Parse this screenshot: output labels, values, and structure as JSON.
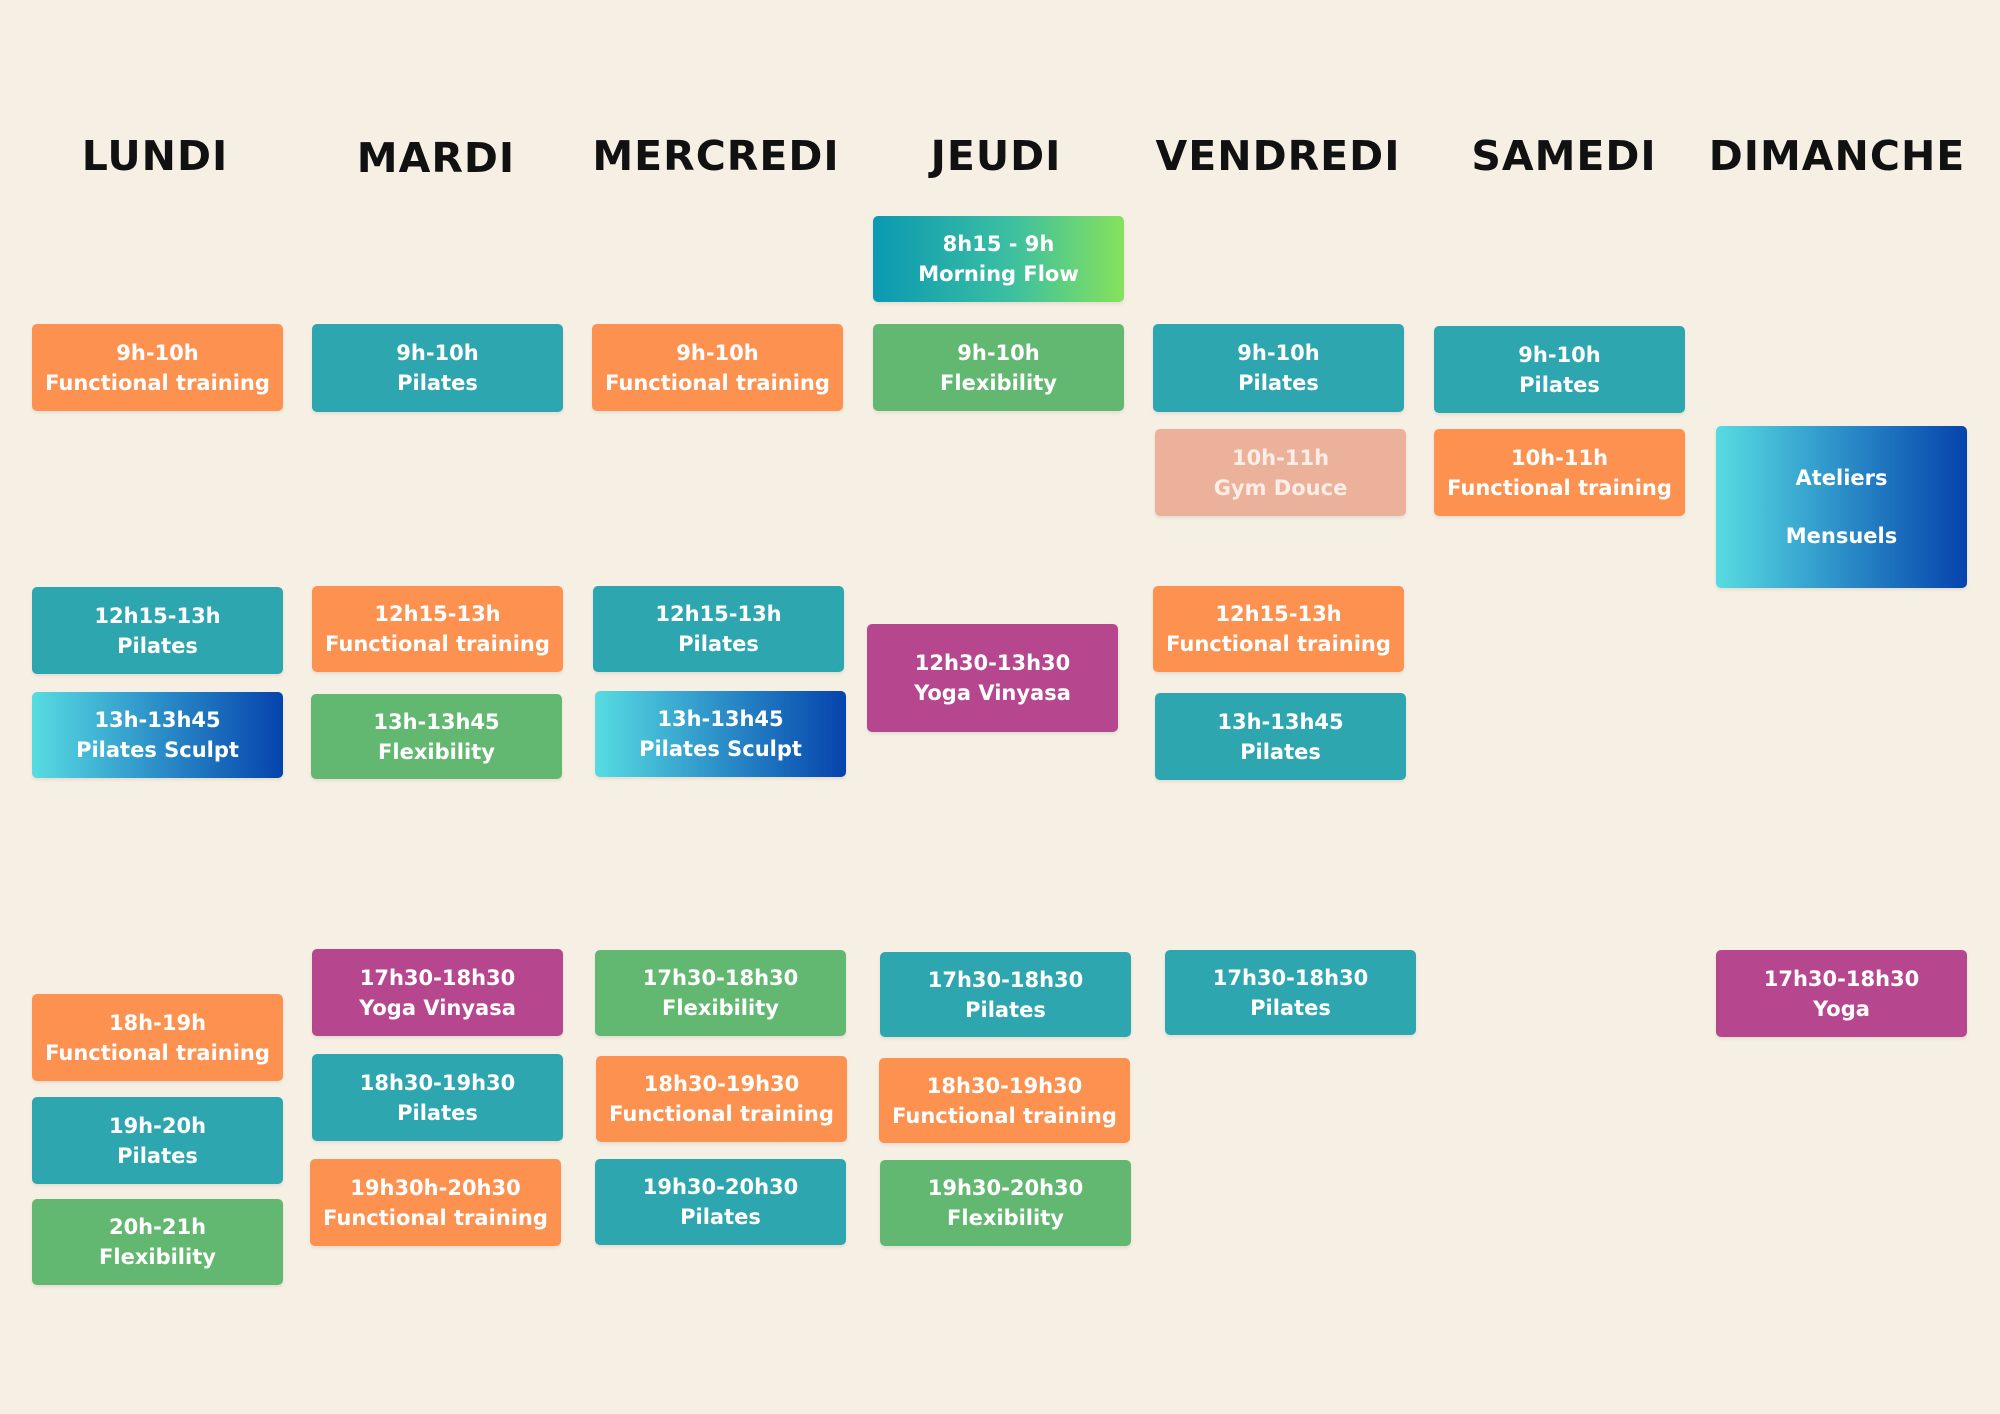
{
  "days": [
    "LUNDI",
    "MARDI",
    "MERCREDI",
    "JEUDI",
    "VENDREDI",
    "SAMEDI",
    "DIMANCHE"
  ],
  "colors": {
    "functional_training": "#fd9150",
    "pilates": "#2ea6b0",
    "flexibility": "#63b871",
    "yoga": "#b6478e",
    "gym_douce": "#ebb19a",
    "pilates_sculpt_gradient": [
      "#57dce2",
      "#0543ad"
    ],
    "morning_flow_gradient": [
      "#0a99b2",
      "#86e25c"
    ],
    "background": "#f6efe4"
  },
  "lundi": {
    "c1": {
      "time": "9h-10h",
      "name": "Functional training"
    },
    "c2": {
      "time": "12h15-13h",
      "name": "Pilates"
    },
    "c3": {
      "time": "13h-13h45",
      "name": "Pilates Sculpt"
    },
    "c4": {
      "time": "18h-19h",
      "name": "Functional training"
    },
    "c5": {
      "time": "19h-20h",
      "name": "Pilates"
    },
    "c6": {
      "time": "20h-21h",
      "name": "Flexibility"
    }
  },
  "mardi": {
    "c1": {
      "time": "9h-10h",
      "name": "Pilates"
    },
    "c2": {
      "time": "12h15-13h",
      "name": "Functional training"
    },
    "c3": {
      "time": "13h-13h45",
      "name": "Flexibility"
    },
    "c4": {
      "time": "17h30-18h30",
      "name": "Yoga Vinyasa"
    },
    "c5": {
      "time": "18h30-19h30",
      "name": "Pilates"
    },
    "c6": {
      "time": "19h30h-20h30",
      "name": "Functional training"
    }
  },
  "mercredi": {
    "c1": {
      "time": "9h-10h",
      "name": "Functional training"
    },
    "c2": {
      "time": "12h15-13h",
      "name": "Pilates"
    },
    "c3": {
      "time": "13h-13h45",
      "name": "Pilates Sculpt"
    },
    "c4": {
      "time": "17h30-18h30",
      "name": "Flexibility"
    },
    "c5": {
      "time": "18h30-19h30",
      "name": "Functional training"
    },
    "c6": {
      "time": "19h30-20h30",
      "name": "Pilates"
    }
  },
  "jeudi": {
    "c0": {
      "time": "8h15 - 9h",
      "name": "Morning Flow"
    },
    "c1": {
      "time": "9h-10h",
      "name": "Flexibility"
    },
    "c2": {
      "time": "12h30-13h30",
      "name": "Yoga Vinyasa"
    },
    "c4": {
      "time": "17h30-18h30",
      "name": "Pilates"
    },
    "c5": {
      "time": "18h30-19h30",
      "name": "Functional training"
    },
    "c6": {
      "time": "19h30-20h30",
      "name": "Flexibility"
    }
  },
  "vendredi": {
    "c1": {
      "time": "9h-10h",
      "name": "Pilates"
    },
    "c2": {
      "time": "10h-11h",
      "name": "Gym Douce"
    },
    "c3": {
      "time": "12h15-13h",
      "name": "Functional training"
    },
    "c4": {
      "time": "13h-13h45",
      "name": "Pilates"
    },
    "c5": {
      "time": "17h30-18h30",
      "name": "Pilates"
    }
  },
  "samedi": {
    "c1": {
      "time": "9h-10h",
      "name": "Pilates"
    },
    "c2": {
      "time": "10h-11h",
      "name": "Functional training"
    }
  },
  "dimanche": {
    "c1": {
      "line1": "Ateliers",
      "line2": "Mensuels"
    },
    "c2": {
      "time": "17h30-18h30",
      "name": "Yoga"
    }
  }
}
